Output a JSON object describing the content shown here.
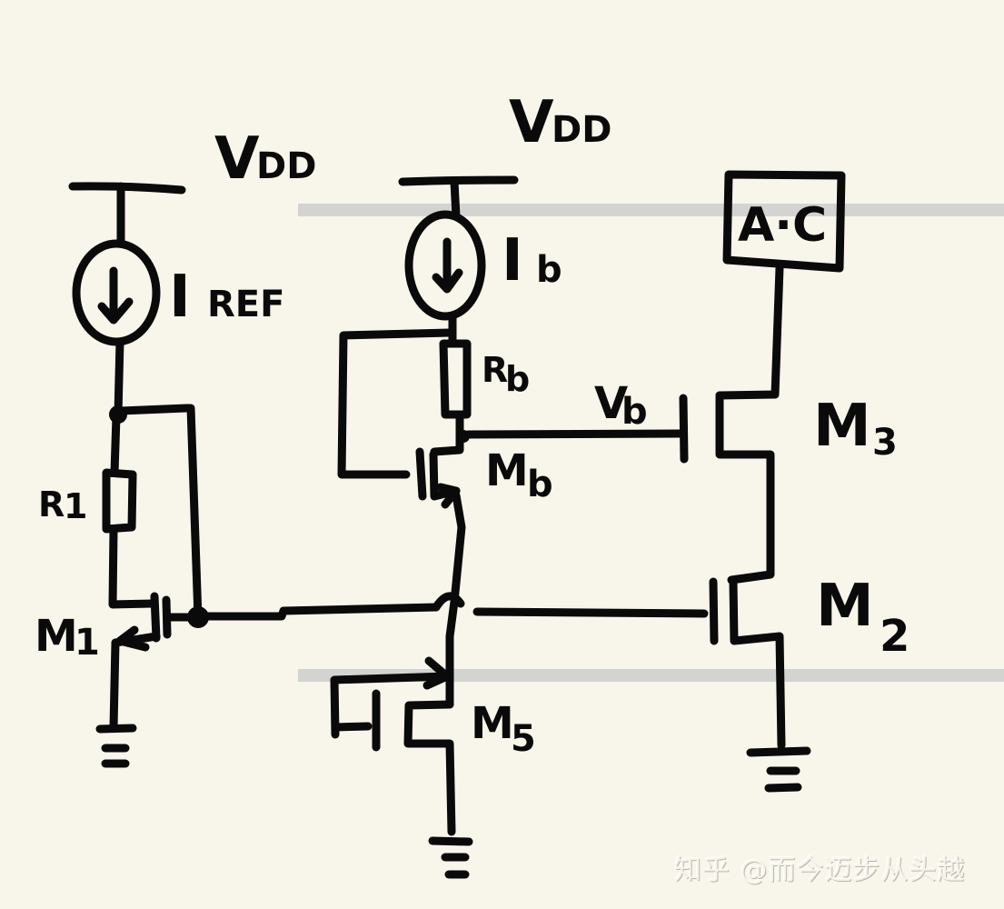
{
  "diagram": {
    "type": "hand-drawn circuit schematic",
    "colors": {
      "background": "#f8f6ea",
      "ink": "#0a0a0a",
      "guide_band": "#d3d4d2"
    },
    "labels": {
      "vdd_left": {
        "main": "V",
        "sub": "DD"
      },
      "vdd_right": {
        "main": "V",
        "sub": "DD"
      },
      "iref": {
        "main": "I",
        "sub": "REF"
      },
      "ib": {
        "main": "I",
        "sub": "b"
      },
      "r1": {
        "main": "R",
        "sub": "1"
      },
      "rb": {
        "main": "R",
        "sub": "b"
      },
      "vb": {
        "main": "V",
        "sub": "b"
      },
      "m1": {
        "main": "M",
        "sub": "1"
      },
      "mb": {
        "main": "M",
        "sub": "b"
      },
      "m2": {
        "main": "M",
        "sub": "2"
      },
      "m3": {
        "main": "M",
        "sub": "3"
      },
      "m5": {
        "main": "M",
        "sub": "5"
      },
      "ac_block": "A·C"
    },
    "components": [
      {
        "id": "IREF",
        "kind": "current-source",
        "direction": "down",
        "from": "VDD"
      },
      {
        "id": "R1",
        "kind": "resistor"
      },
      {
        "id": "M1",
        "kind": "nmos",
        "config": "gate tied to top of R1 (diode-like)"
      },
      {
        "id": "Ib",
        "kind": "current-source",
        "direction": "down",
        "from": "VDD"
      },
      {
        "id": "Rb",
        "kind": "resistor"
      },
      {
        "id": "Mb",
        "kind": "nmos",
        "gate": "top of Rb"
      },
      {
        "id": "M5",
        "kind": "nmos",
        "gate": "drain (diode-connected)"
      },
      {
        "id": "M3",
        "kind": "nmos",
        "gate": "Vb"
      },
      {
        "id": "M2",
        "kind": "nmos",
        "gate": "M1 gate node"
      },
      {
        "id": "AC",
        "kind": "block",
        "label": "A·C"
      }
    ],
    "watermark": "知乎 @而今迈步从头越"
  }
}
